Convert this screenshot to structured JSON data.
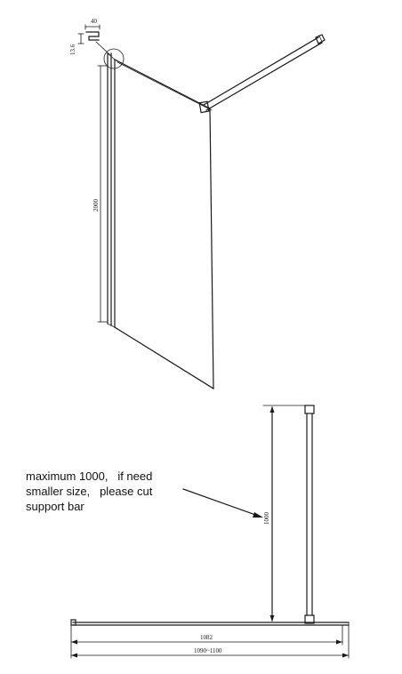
{
  "top_view": {
    "detail_width": "40",
    "detail_height": "13.6",
    "panel_height": "2000"
  },
  "bottom_view": {
    "support_bar_max": "1000",
    "base_length": "1082",
    "overall_range": "1090~1100"
  },
  "note": {
    "lines": [
      "maximum 1000,   if need",
      "smaller size,   please cut",
      "support bar"
    ]
  }
}
